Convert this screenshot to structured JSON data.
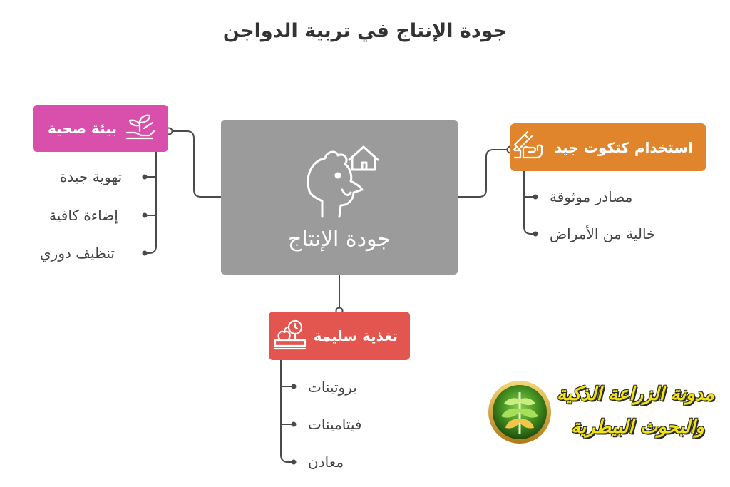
{
  "title": "جودة الإنتاج في تربية الدواجن",
  "center": {
    "label": "جودة الإنتاج",
    "icon": "chicken-house-icon",
    "color": "#9b9b9b"
  },
  "branches": {
    "environment": {
      "label": "بيئة صحية",
      "icon": "plant-hand-icon",
      "color": "#d94fac",
      "items": [
        "تهوية جيدة",
        "إضاءة كافية",
        "تنظيف دوري"
      ]
    },
    "chicks": {
      "label": "استخدام كتكوت جيد",
      "icon": "hand-injection-icon",
      "color": "#e0852b",
      "items": [
        "مصادر موثوقة",
        "خالية من الأمراض"
      ]
    },
    "nutrition": {
      "label": "تغذية سليمة",
      "icon": "scale-apple-icon",
      "color": "#e2564f",
      "items": [
        "بروتينات",
        "فيتامينات",
        "معادن"
      ]
    }
  },
  "logo": {
    "line1": "مدونة الزراعة الذكية",
    "line2": "والبحوث البيطرية",
    "icon": "wheat-leaf-emblem-icon"
  }
}
